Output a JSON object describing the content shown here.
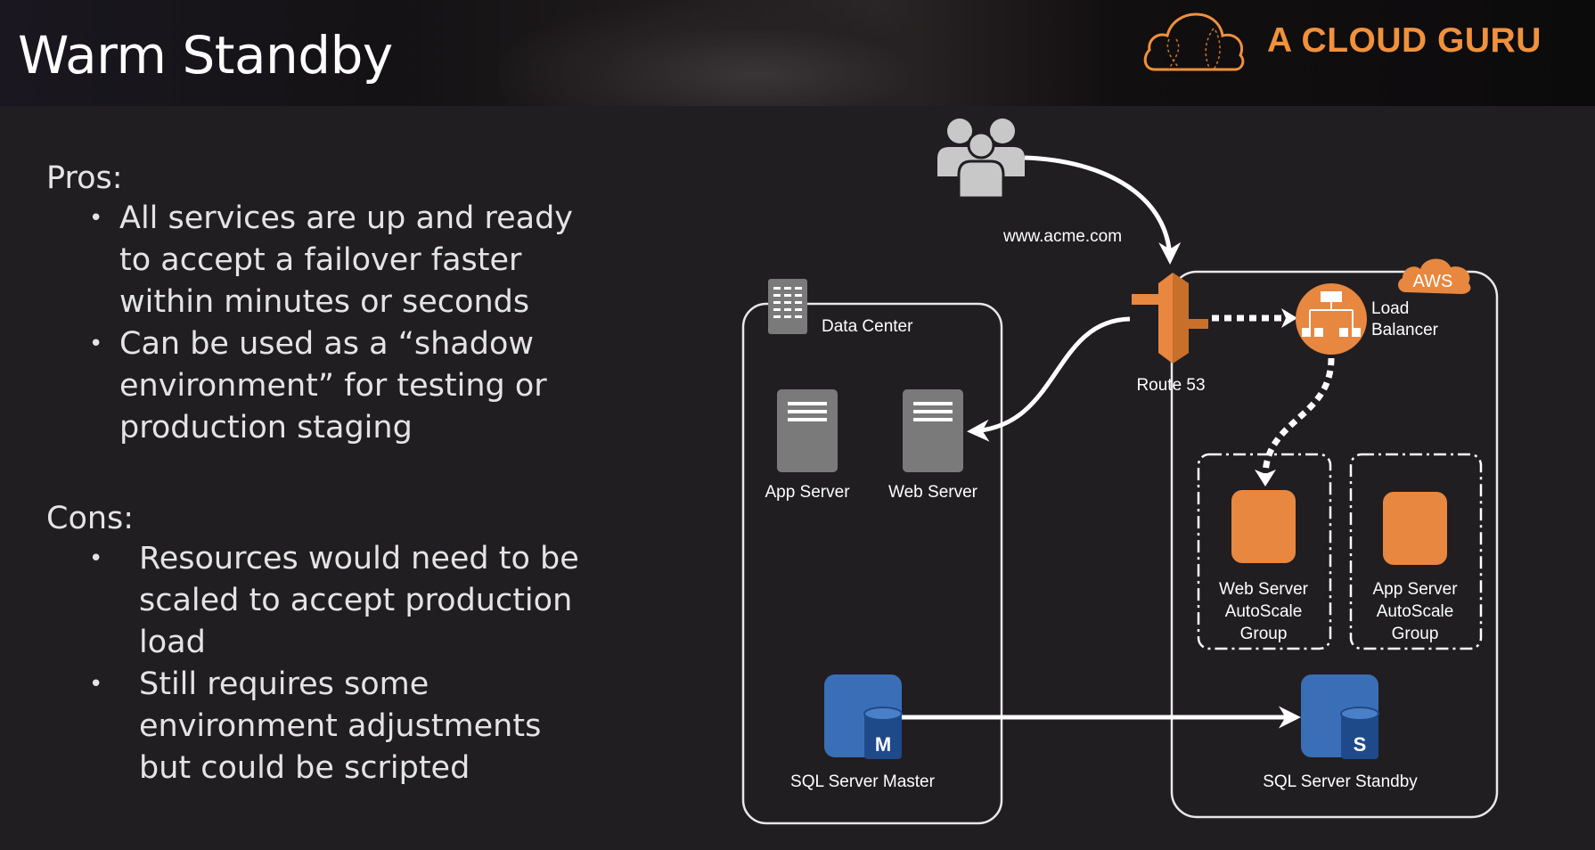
{
  "slide": {
    "title": "Warm Standby",
    "brand": "A CLOUD GURU",
    "accent_color": "#f0913c"
  },
  "pros": {
    "heading": "Pros:",
    "items": [
      "All services are up and ready to accept a failover faster within minutes or seconds",
      "Can be used as a “shadow environment” for testing or production staging"
    ]
  },
  "cons": {
    "heading": "Cons:",
    "items": [
      "Resources would need to be scaled to accept production load",
      "Still requires some environment adjustments but could be scripted"
    ]
  },
  "diagram": {
    "users_icon": "users-group-icon",
    "domain": "www.acme.com",
    "data_center": {
      "label": "Data Center",
      "icon": "building-icon",
      "app_server": "App Server",
      "web_server": "Web Server",
      "sql_master": "SQL Server Master",
      "sql_master_badge": "M"
    },
    "route53": "Route 53",
    "aws": {
      "badge": "AWS",
      "load_balancer_line1": "Load",
      "load_balancer_line2": "Balancer",
      "web_asg_line1": "Web Server",
      "web_asg_line2": "AutoScale",
      "web_asg_line3": "Group",
      "app_asg_line1": "App Server",
      "app_asg_line2": "AutoScale",
      "app_asg_line3": "Group",
      "sql_standby": "SQL Server Standby",
      "sql_standby_badge": "S"
    },
    "colors": {
      "aws_orange": "#e8873f",
      "db_blue": "#3a6fb8",
      "server_gray": "#7a7a7a"
    }
  }
}
